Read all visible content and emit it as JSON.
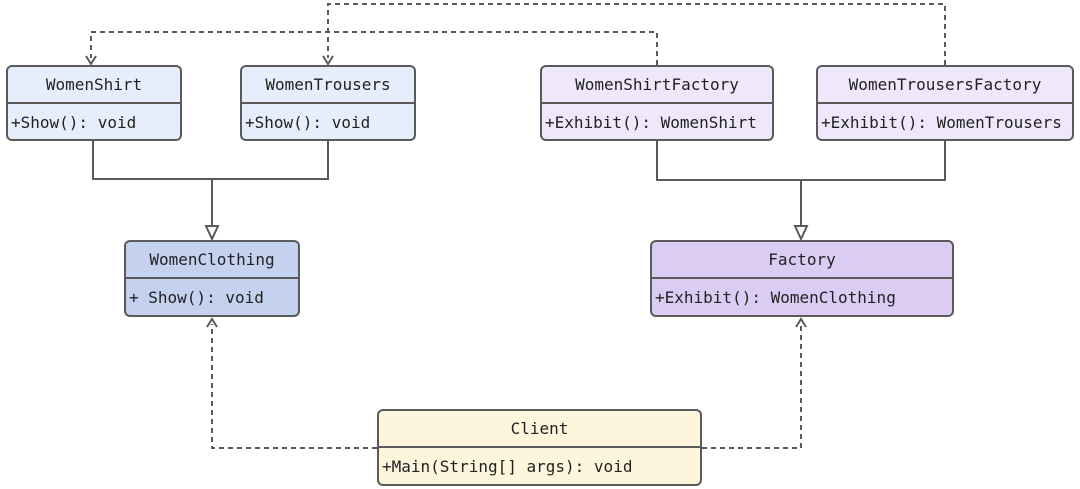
{
  "diagram": {
    "classes": [
      {
        "id": "women-shirt",
        "name": "WomenShirt",
        "method": "+Show(): void",
        "fill": "#e6eefb"
      },
      {
        "id": "women-trousers",
        "name": "WomenTrousers",
        "method": "+Show(): void",
        "fill": "#e6eefb"
      },
      {
        "id": "women-shirt-factory",
        "name": "WomenShirtFactory",
        "method": "+Exhibit(): WomenShirt",
        "fill": "#efe8fa"
      },
      {
        "id": "women-trousers-factory",
        "name": "WomenTrousersFactory",
        "method": "+Exhibit(): WomenTrousers",
        "fill": "#efe8fa"
      },
      {
        "id": "women-clothing",
        "name": "WomenClothing",
        "method": "+ Show(): void",
        "fill": "#c4d1ef"
      },
      {
        "id": "factory",
        "name": "Factory",
        "method": "+Exhibit(): WomenClothing",
        "fill": "#dbccf3"
      },
      {
        "id": "client",
        "name": "Client",
        "method": "+Main(String[] args): void",
        "fill": "#fdf6dd"
      }
    ],
    "relations": [
      {
        "from": "women-shirt",
        "to": "women-clothing",
        "kind": "inheritance"
      },
      {
        "from": "women-trousers",
        "to": "women-clothing",
        "kind": "inheritance"
      },
      {
        "from": "women-shirt-factory",
        "to": "factory",
        "kind": "inheritance"
      },
      {
        "from": "women-trousers-factory",
        "to": "factory",
        "kind": "inheritance"
      },
      {
        "from": "women-shirt-factory",
        "to": "women-shirt",
        "kind": "dependency"
      },
      {
        "from": "women-trousers-factory",
        "to": "women-trousers",
        "kind": "dependency"
      },
      {
        "from": "client",
        "to": "women-clothing",
        "kind": "dependency"
      },
      {
        "from": "client",
        "to": "factory",
        "kind": "dependency"
      }
    ],
    "line_color": "#5a5a5a"
  }
}
